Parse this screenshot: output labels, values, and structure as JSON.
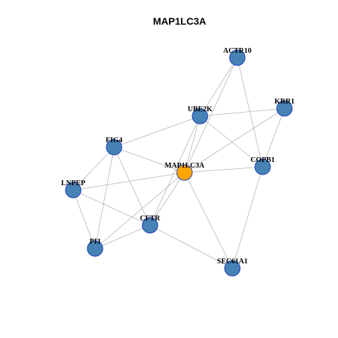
{
  "title": "MAP1LC3A",
  "colors": {
    "node_fill": "#4682b4",
    "node_stroke": "#1f3fbf",
    "focus_fill": "#ffa500",
    "focus_stroke": "#b8860b",
    "edge": "#b3b3b3",
    "background": "#ffffff"
  },
  "nodes": [
    {
      "id": "ACTR10",
      "label": "ACTR10",
      "focus": false
    },
    {
      "id": "KRR1",
      "label": "KRR1",
      "focus": false
    },
    {
      "id": "UBE2K",
      "label": "UBE2K",
      "focus": false
    },
    {
      "id": "FIG4",
      "label": "FIG4",
      "focus": false
    },
    {
      "id": "MAP1LC3A",
      "label": "MAP1LC3A",
      "focus": true
    },
    {
      "id": "COPB1",
      "label": "COPB1",
      "focus": false
    },
    {
      "id": "LNPEP",
      "label": "LNPEP",
      "focus": false
    },
    {
      "id": "CFTR",
      "label": "CFTR",
      "focus": false
    },
    {
      "id": "PI3",
      "label": "PI3",
      "focus": false
    },
    {
      "id": "SEC61A1",
      "label": "SEC61A1",
      "focus": false
    }
  ],
  "edges": [
    [
      "ACTR10",
      "UBE2K"
    ],
    [
      "ACTR10",
      "MAP1LC3A"
    ],
    [
      "ACTR10",
      "COPB1"
    ],
    [
      "KRR1",
      "UBE2K"
    ],
    [
      "KRR1",
      "MAP1LC3A"
    ],
    [
      "KRR1",
      "COPB1"
    ],
    [
      "UBE2K",
      "FIG4"
    ],
    [
      "UBE2K",
      "MAP1LC3A"
    ],
    [
      "UBE2K",
      "COPB1"
    ],
    [
      "UBE2K",
      "CFTR"
    ],
    [
      "FIG4",
      "MAP1LC3A"
    ],
    [
      "FIG4",
      "LNPEP"
    ],
    [
      "FIG4",
      "CFTR"
    ],
    [
      "FIG4",
      "PI3"
    ],
    [
      "MAP1LC3A",
      "COPB1"
    ],
    [
      "MAP1LC3A",
      "LNPEP"
    ],
    [
      "MAP1LC3A",
      "CFTR"
    ],
    [
      "MAP1LC3A",
      "PI3"
    ],
    [
      "MAP1LC3A",
      "SEC61A1"
    ],
    [
      "COPB1",
      "SEC61A1"
    ],
    [
      "LNPEP",
      "CFTR"
    ],
    [
      "LNPEP",
      "PI3"
    ],
    [
      "CFTR",
      "PI3"
    ],
    [
      "CFTR",
      "SEC61A1"
    ]
  ]
}
